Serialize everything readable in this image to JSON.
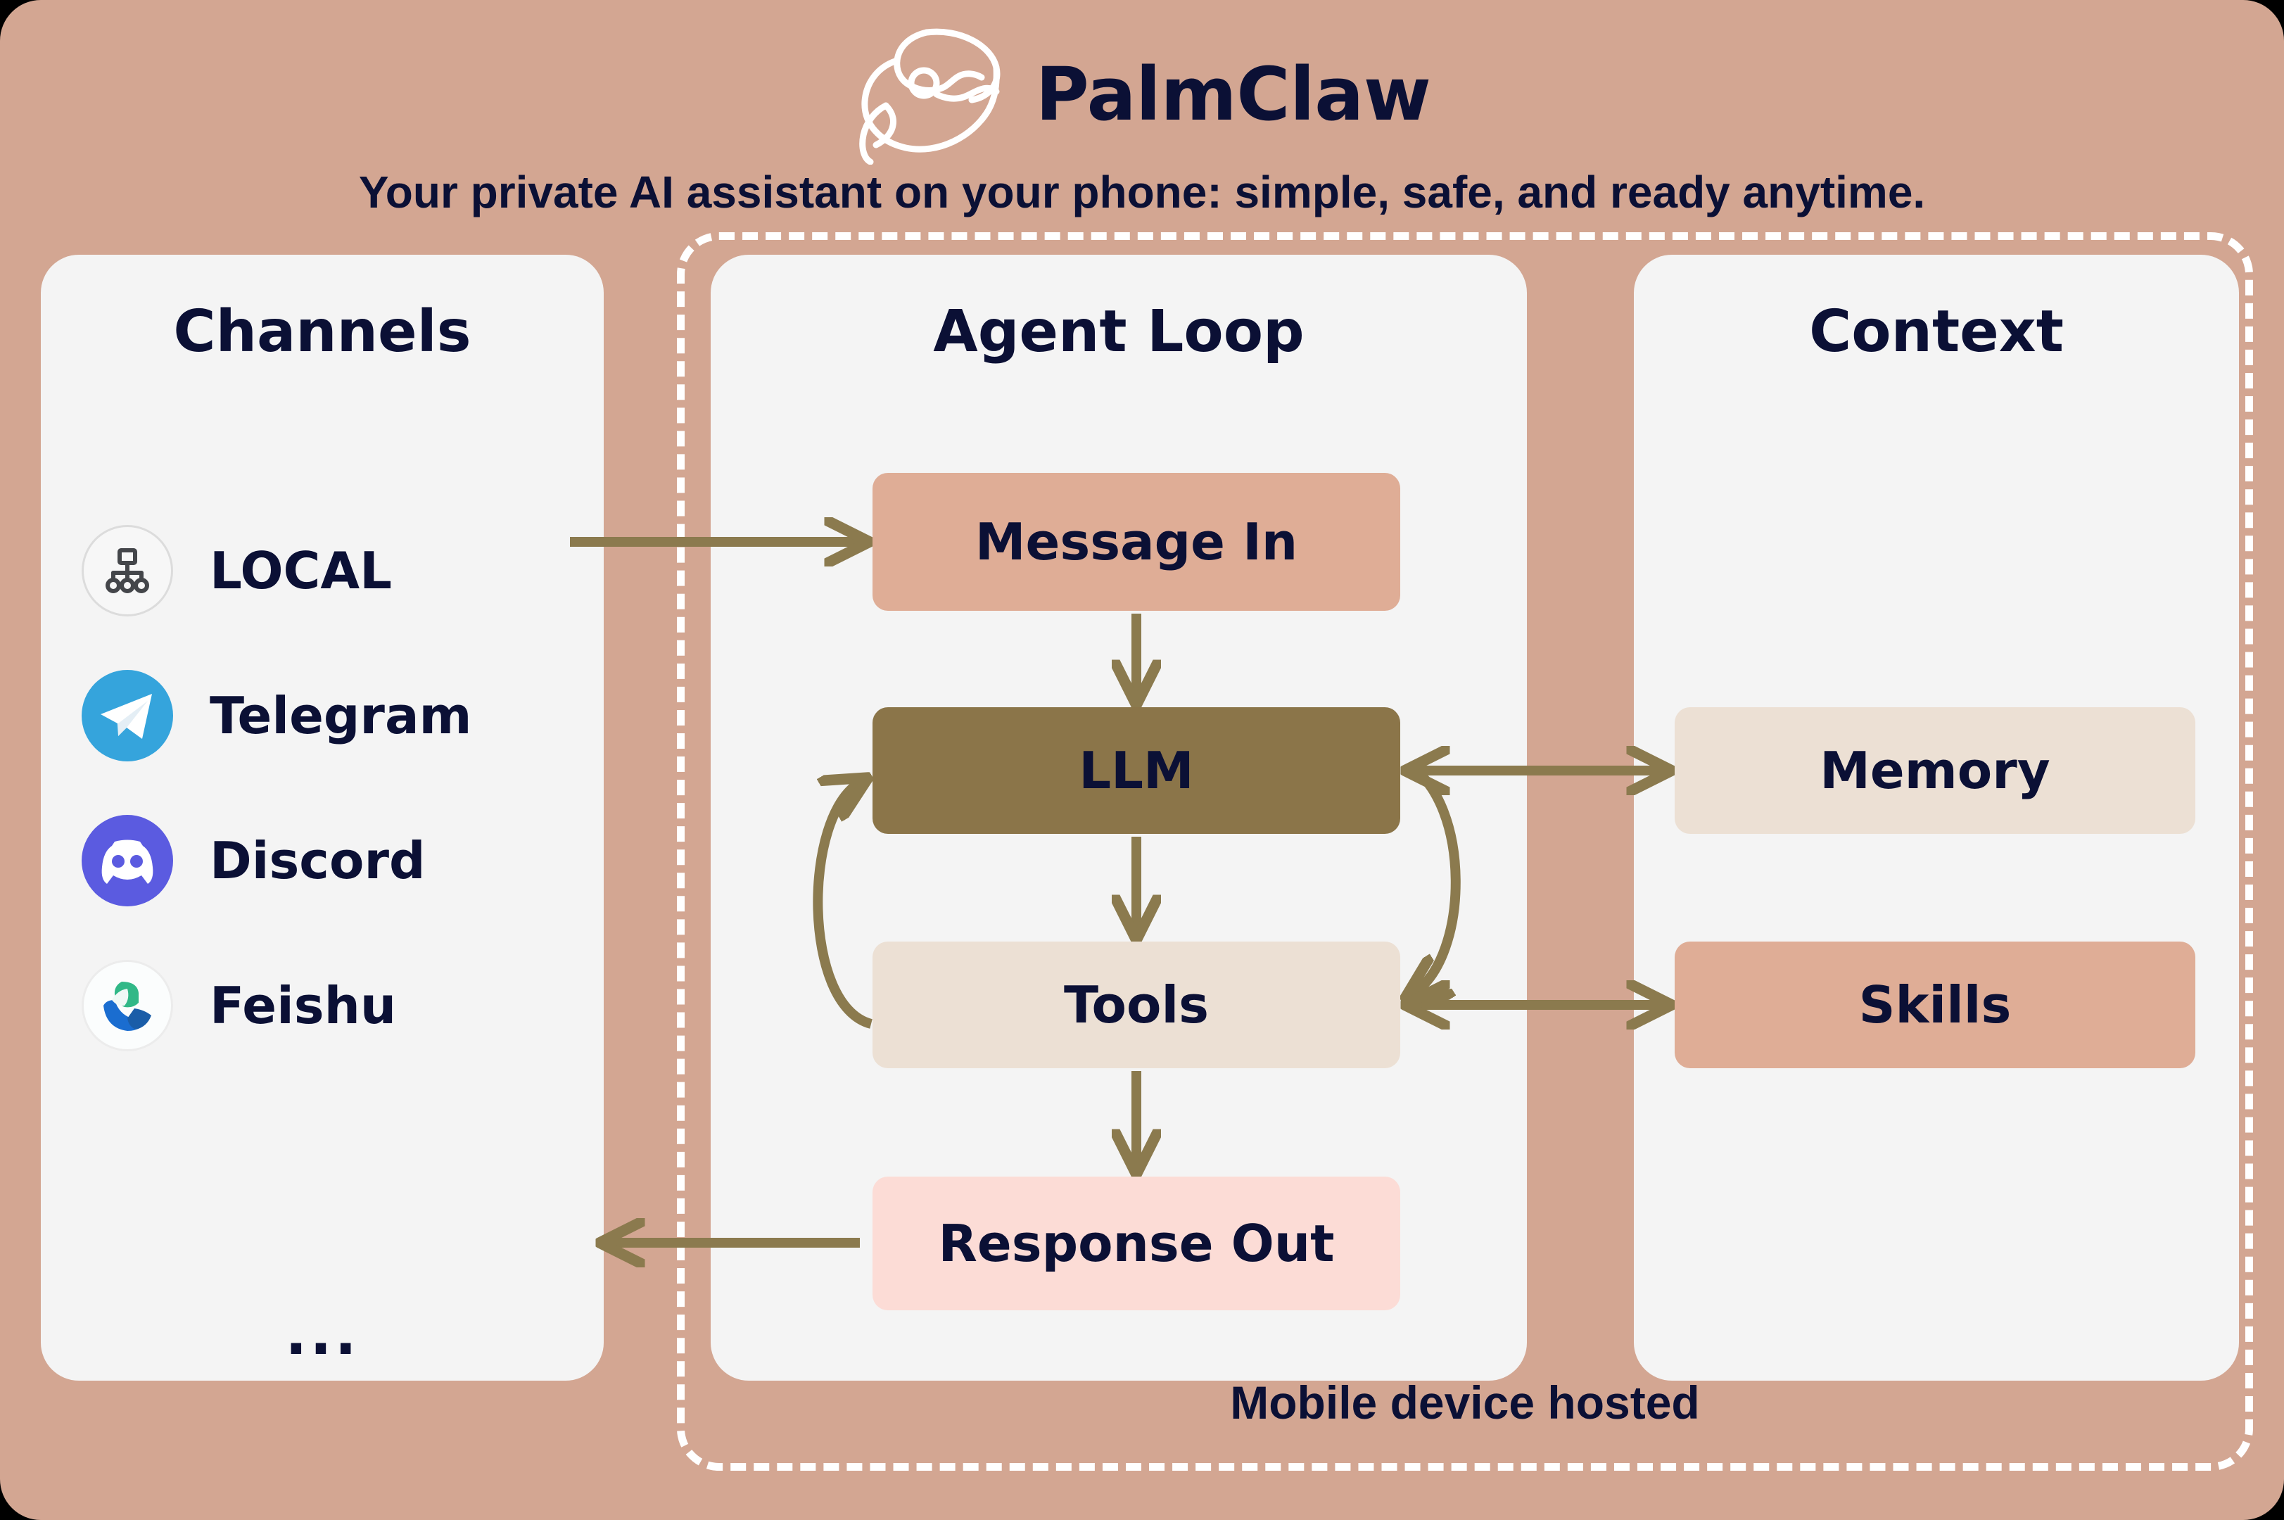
{
  "header": {
    "logo_icon": "crab-claw-icon",
    "title": "PalmClaw",
    "subtitle": "Your private AI assistant on your phone: simple, safe, and ready anytime."
  },
  "device_region": {
    "label": "Mobile device hosted",
    "border_style": "dashed",
    "border_color": "#ffffff"
  },
  "panels": {
    "channels": {
      "title": "Channels",
      "items": [
        {
          "label": "LOCAL",
          "icon": "sitemap-icon",
          "icon_bg": "#f7f7f7"
        },
        {
          "label": "Telegram",
          "icon": "telegram-icon",
          "icon_bg": "#35a4dc"
        },
        {
          "label": "Discord",
          "icon": "discord-icon",
          "icon_bg": "#5b5be0"
        },
        {
          "label": "Feishu",
          "icon": "feishu-bird-icon",
          "icon_bg": "#fbfdfd"
        }
      ],
      "more": "..."
    },
    "agent_loop": {
      "title": "Agent Loop",
      "nodes": [
        {
          "label": "Message In",
          "color": "#dfad96"
        },
        {
          "label": "LLM",
          "color": "#8b7549"
        },
        {
          "label": "Tools",
          "color": "#ece0d4"
        },
        {
          "label": "Response Out",
          "color": "#fcdcd6"
        }
      ]
    },
    "context": {
      "title": "Context",
      "nodes": [
        {
          "label": "Memory",
          "color": "#ece0d4"
        },
        {
          "label": "Skills",
          "color": "#dfad96"
        }
      ]
    }
  },
  "flow": {
    "arrow_color": "#8b7a4e",
    "edges": [
      {
        "from": "LOCAL",
        "to": "Message In",
        "type": "straight",
        "direction": "right"
      },
      {
        "from": "Message In",
        "to": "LLM",
        "type": "straight",
        "direction": "down"
      },
      {
        "from": "LLM",
        "to": "Tools",
        "type": "straight",
        "direction": "down"
      },
      {
        "from": "Tools",
        "to": "LLM",
        "type": "curved",
        "direction": "up-left"
      },
      {
        "from": "LLM",
        "to": "Tools",
        "type": "curved",
        "direction": "down-right"
      },
      {
        "from": "Tools",
        "to": "Response Out",
        "type": "straight",
        "direction": "down"
      },
      {
        "from": "Response Out",
        "to": "Feishu",
        "type": "straight",
        "direction": "left"
      },
      {
        "from": "LLM",
        "to": "Memory",
        "type": "bidirectional",
        "direction": "horizontal"
      },
      {
        "from": "Tools",
        "to": "Skills",
        "type": "bidirectional",
        "direction": "horizontal"
      }
    ]
  },
  "colors": {
    "background": "#d3a692",
    "panel": "#f4f4f4",
    "text": "#0b1035",
    "arrow": "#8b7a4e",
    "accent_salmon": "#dfad96",
    "accent_olive": "#8b7549",
    "accent_cream": "#ece0d4",
    "accent_pink": "#fcdcd6"
  }
}
